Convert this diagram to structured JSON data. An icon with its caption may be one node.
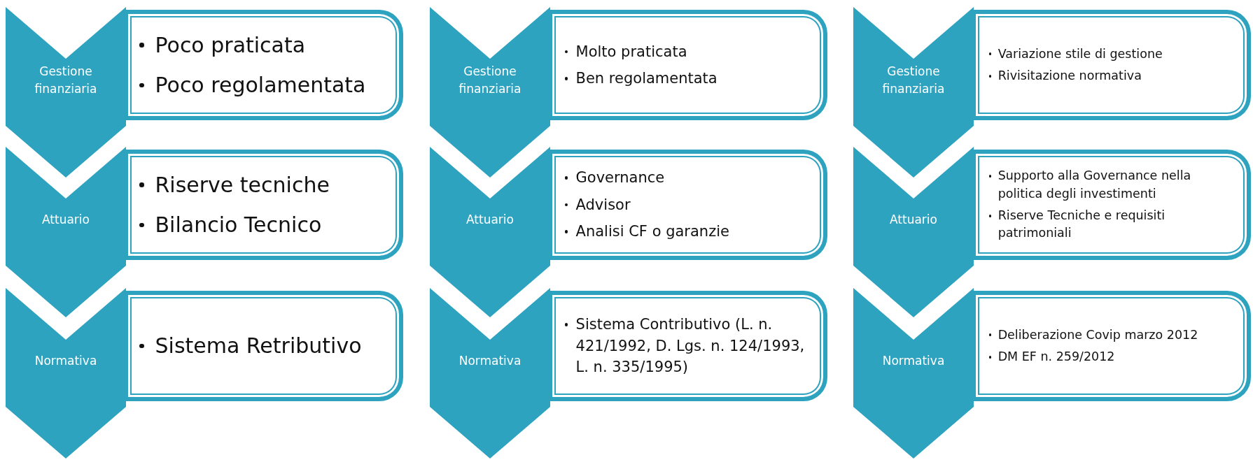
{
  "diagram": {
    "nodes": [
      {
        "text": [
          "Gestione finanziaria"
        ]
      },
      {
        "text": [
          "Poco praticata",
          "Poco regolamentata"
        ]
      },
      {
        "text": [
          "Attuario"
        ]
      },
      {
        "text": [
          "Riserve tecniche",
          "Bilancio Tecnico"
        ]
      },
      {
        "text": [
          "Normativa"
        ]
      },
      {
        "text": [
          "Sistema Retributivo"
        ]
      },
      {
        "text": [
          "Gestione finanziaria"
        ]
      },
      {
        "text": [
          "Molto praticata",
          "Ben regolamentata"
        ]
      },
      {
        "text": [
          "Attuario"
        ]
      },
      {
        "text": [
          "Governance",
          "Advisor",
          "Analisi CF o garanzie"
        ]
      },
      {
        "text": [
          "Normativa"
        ]
      },
      {
        "text": [
          "Sistema Contributivo (L. n. 421/1992, D. Lgs. n. 124/1993, L. n. 335/1995)"
        ]
      },
      {
        "text": [
          "Gestione finanziaria"
        ]
      },
      {
        "text": [
          "Variazione stile di gestione",
          "Rivisitazione normativa"
        ]
      },
      {
        "text": [
          "Attuario"
        ]
      },
      {
        "text": [
          "Supporto alla Governance nella politica degli investimenti",
          "Riserve Tecniche e requisiti patrimoniali"
        ]
      },
      {
        "text": [
          "Normativa"
        ]
      },
      {
        "text": [
          "Deliberazione Covip marzo 2012",
          "DM EF n. 259/2012"
        ]
      }
    ]
  }
}
